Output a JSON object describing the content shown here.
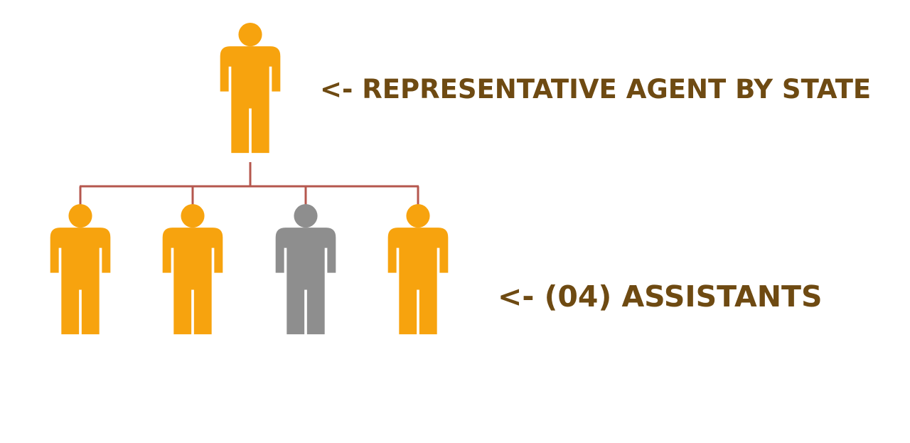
{
  "labels": {
    "agent": "<- REPRESENTATIVE AGENT BY STATE",
    "assistants": "<- (04) ASSISTANTS"
  },
  "hierarchy": {
    "top": {
      "role": "agent",
      "status": "active"
    },
    "children": [
      {
        "role": "assistant",
        "status": "active"
      },
      {
        "role": "assistant",
        "status": "active"
      },
      {
        "role": "assistant",
        "status": "inactive"
      },
      {
        "role": "assistant",
        "status": "active"
      }
    ]
  },
  "colors": {
    "active_figure": "#F7A30E",
    "inactive_figure": "#8E8E8E",
    "connector": "#B5574E",
    "label_text": "#6E4A12"
  },
  "icons": {
    "figure": "person-icon"
  }
}
